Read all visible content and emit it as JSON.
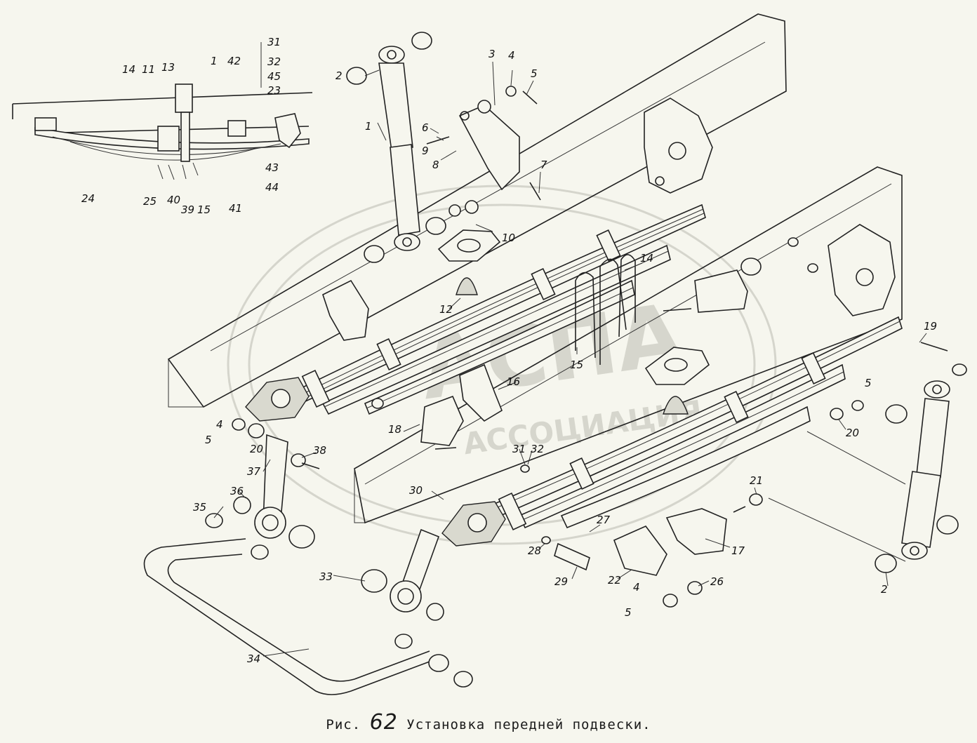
{
  "caption": {
    "prefix": "Рис.",
    "number": "62",
    "title": "Установка передней подвески."
  },
  "watermark": {
    "brand": "АСПА",
    "sub": "АССОЦИАЦИЯ"
  },
  "inset_labels": [
    "14",
    "11",
    "13",
    "1",
    "42",
    "31",
    "32",
    "45",
    "23",
    "24",
    "25",
    "40",
    "39",
    "15",
    "41",
    "43",
    "44"
  ],
  "main_labels": [
    "1",
    "2",
    "3",
    "4",
    "5",
    "6",
    "7",
    "8",
    "9",
    "10",
    "12",
    "14",
    "15",
    "16",
    "17",
    "18",
    "19",
    "20",
    "21",
    "22",
    "26",
    "27",
    "28",
    "29",
    "30",
    "31",
    "32",
    "33",
    "34",
    "35",
    "36",
    "37",
    "38"
  ]
}
